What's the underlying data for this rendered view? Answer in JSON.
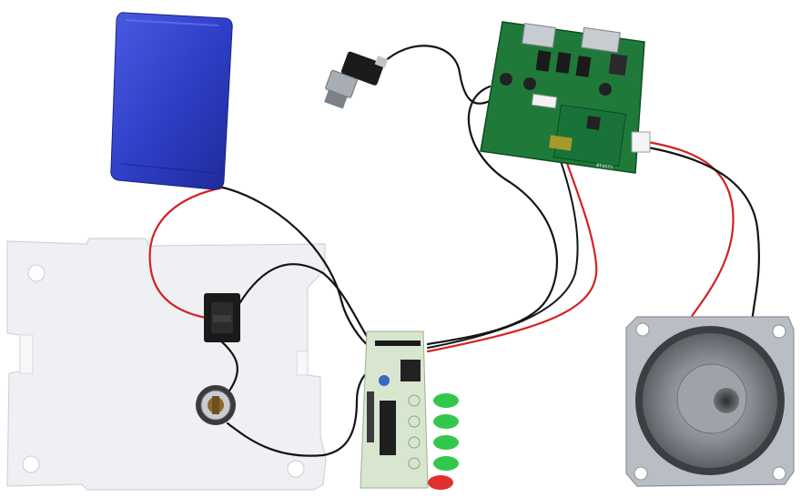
{
  "colors": {
    "background": "#ffffff",
    "battery": "#2f3fc8",
    "pcb": "#1f7a3a",
    "vu_board": "#d8e6cf",
    "panel": "#eef0f3",
    "wire_red": "#d32222",
    "wire_black": "#141414",
    "led_green": "#33c84c",
    "led_red": "#e13030",
    "speaker_frame": "#b9bec4",
    "speaker_cone": "#8a8f95"
  },
  "components": [
    {
      "name": "lithium-battery-pack",
      "icon": "battery-icon"
    },
    {
      "name": "bluetooth-amplifier-board",
      "icon": "circuit-board-icon"
    },
    {
      "name": "audio-jack",
      "icon": "jack-icon"
    },
    {
      "name": "rocker-switch",
      "icon": "switch-icon"
    },
    {
      "name": "potentiometer",
      "icon": "knob-icon"
    },
    {
      "name": "vu-meter-led-board",
      "icon": "led-bar-icon"
    },
    {
      "name": "speaker",
      "icon": "speaker-icon"
    },
    {
      "name": "acrylic-mounting-panel",
      "icon": "panel-icon"
    }
  ],
  "pcb_text": "BT4575",
  "led_count": 5
}
